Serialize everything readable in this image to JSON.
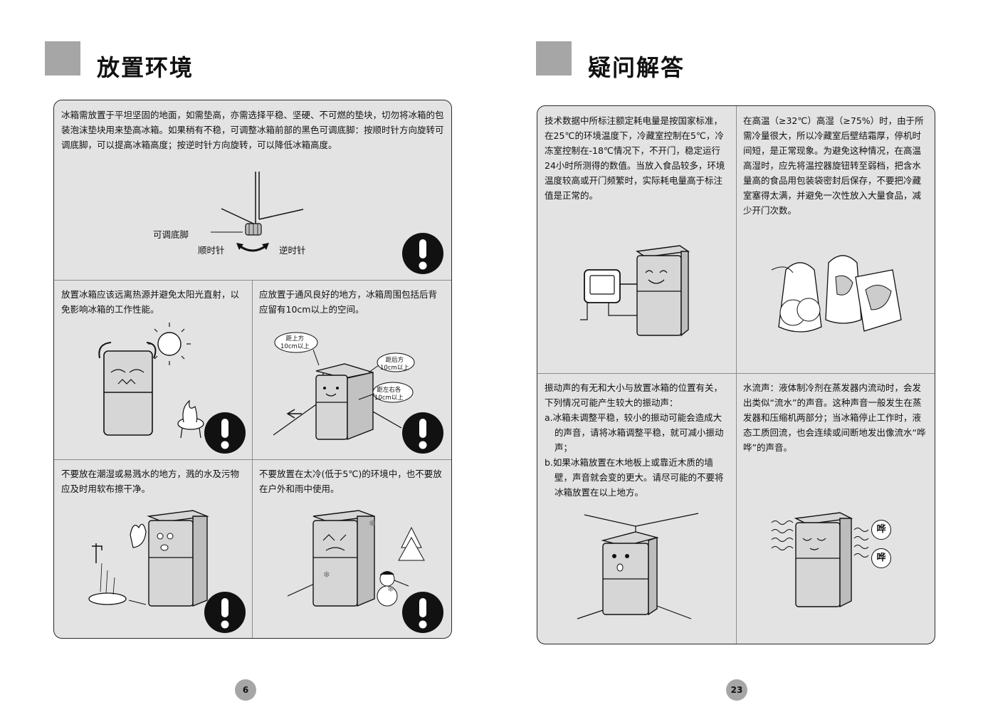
{
  "left_page": {
    "title": "放置环境",
    "page_number": "6",
    "section1": {
      "text": "冰箱需放置于平坦坚固的地面，如需垫高，亦需选择平稳、坚硬、不可燃的垫块，切勿将冰箱的包装泡沫垫块用来垫高冰箱。如果稍有不稳，可调整冰箱前部的黑色可调底脚：按顺时针方向旋转可调底脚，可以提高冰箱高度；按逆时针方向旋转，可以降低冰箱高度。",
      "label_foot": "可调底脚",
      "label_cw": "顺时针",
      "label_ccw": "逆时针"
    },
    "section2": {
      "text": "放置冰箱应该远离热源并避免太阳光直射，以免影响冰箱的工作性能。"
    },
    "section3": {
      "text": "应放置于通风良好的地方，冰箱周围包括后背应留有10cm以上的空间。",
      "label_top": "距上方\n10cm以上",
      "label_back": "距后方\n10cm以上",
      "label_sides": "距左右各\n10cm以上"
    },
    "section4": {
      "text": "不要放在潮湿或易溅水的地方，溅的水及污物应及时用软布擦干净。"
    },
    "section5": {
      "text": "不要放置在太冷(低于5℃)的环境中，也不要放在户外和雨中使用。"
    }
  },
  "right_page": {
    "title": "疑问解答",
    "page_number": "23",
    "q1": {
      "text": "技术数据中所标注额定耗电量是按国家标准，在25℃的环境温度下，冷藏室控制在5℃，冷冻室控制在-18℃情况下，不开门，稳定运行24小时所测得的数值。当放入食品较多，环境温度较高或开门频繁时，实际耗电量高于标注值是正常的。"
    },
    "q2": {
      "text": "在高温（≥32℃）高湿（≥75%）时，由于所需冷量很大，所以冷藏室后壁结霜厚，停机时间短，是正常现象。为避免这种情况，在高温高湿时，应先将温控器旋钮转至弱档，把含水量高的食品用包装袋密封后保存，不要把冷藏室塞得太满，并避免一次性放入大量食品，减少开门次数。"
    },
    "q3": {
      "intro": "振动声的有无和大小与放置冰箱的位置有关，下列情况可能产生较大的振动声：",
      "item_a": "a.冰箱未调整平稳，较小的振动可能会造成大的声音，请将冰箱调整平稳，就可减小振动声；",
      "item_b": "b.如果冰箱放置在木地板上或靠近木质的墙壁，声音就会变的更大。请尽可能的不要将冰箱放置在以上地方。"
    },
    "q4": {
      "text": "水流声：液体制冷剂在蒸发器内流动时，会发出类似“流水”的声音。这种声音一般发生在蒸发器和压缩机两部分；当冰箱停止工作时，液态工质回流，也会连续或间断地发出像流水“哗哗”的声音。",
      "sound1": "哗",
      "sound2": "哗"
    }
  }
}
